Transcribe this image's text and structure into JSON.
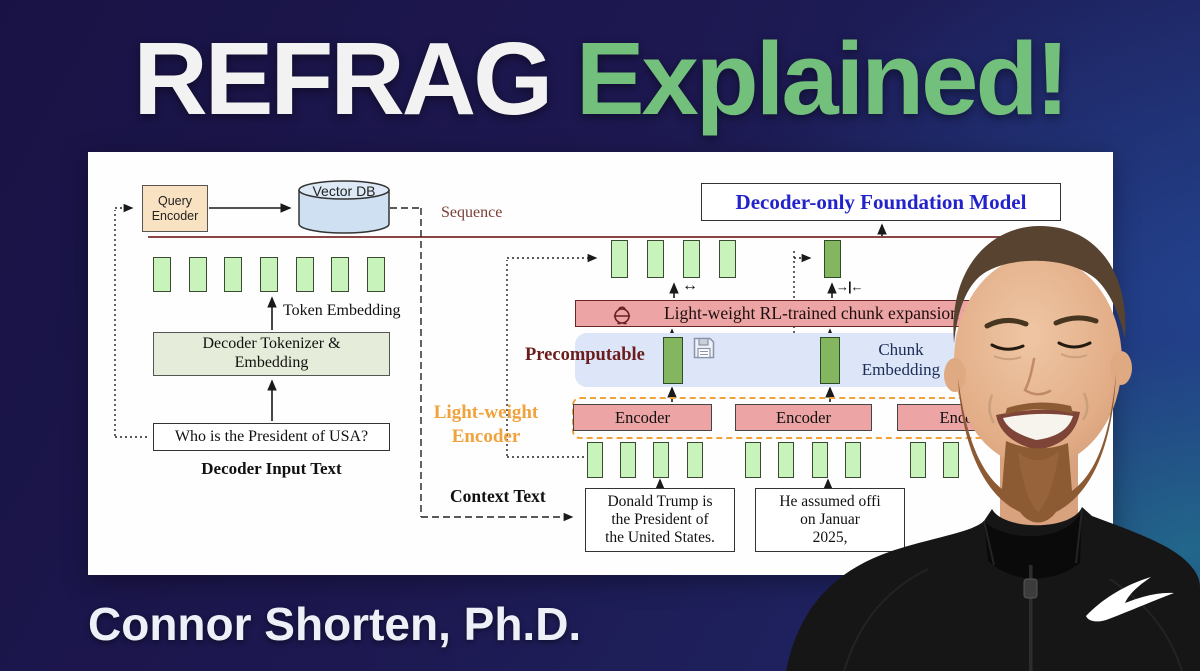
{
  "title": {
    "refrag": "REFRAG",
    "explained": "Explained!"
  },
  "author": {
    "name": "Connor Shorten, Ph.D."
  },
  "diagram": {
    "query_encoder": [
      "Query",
      "Encoder"
    ],
    "vector_db": "Vector DB",
    "sequence": "Sequence",
    "foundation_model": "Decoder-only Foundation Model",
    "token_embedding": "Token Embedding",
    "tokenizer": [
      "Decoder Tokenizer &",
      "Embedding"
    ],
    "question": "Who is the President of USA?",
    "decoder_input": "Decoder Input Text",
    "policy": "Light-weight RL-trained chunk expansion p",
    "precomputable": "Precomputable",
    "chunk_embedding": [
      "Chunk",
      "Embedding"
    ],
    "lw_encoder": [
      "Light-weight",
      "Encoder"
    ],
    "encoders": [
      "Encoder",
      "Encoder",
      "Encoder"
    ],
    "context_label": "Context Text",
    "context1": [
      "Donald Trump is",
      "the President of",
      "the United States."
    ],
    "context2": [
      "He assumed offi",
      "on Januar",
      "2025,"
    ],
    "sym": {
      "expand": "↔",
      "merge": "→|←"
    }
  },
  "icons": {
    "policy": "robot-icon",
    "save": "floppy-disk-icon",
    "database": "database-cylinder-icon",
    "brand": "nike-swoosh-icon"
  },
  "colors": {
    "background_navy": "#1d1850",
    "title_white": "#f2f2f2",
    "title_green": "#72c07c",
    "sequence_maroon": "#8b4545",
    "model_blue": "#2323cb",
    "encoder_orange": "#f0a23c",
    "box_red": "#eda4a4",
    "token_green": "#c8f3ba",
    "chunk_green": "#84b55f",
    "band_blue": "#dce6f8",
    "panel_white": "#fefefe"
  }
}
